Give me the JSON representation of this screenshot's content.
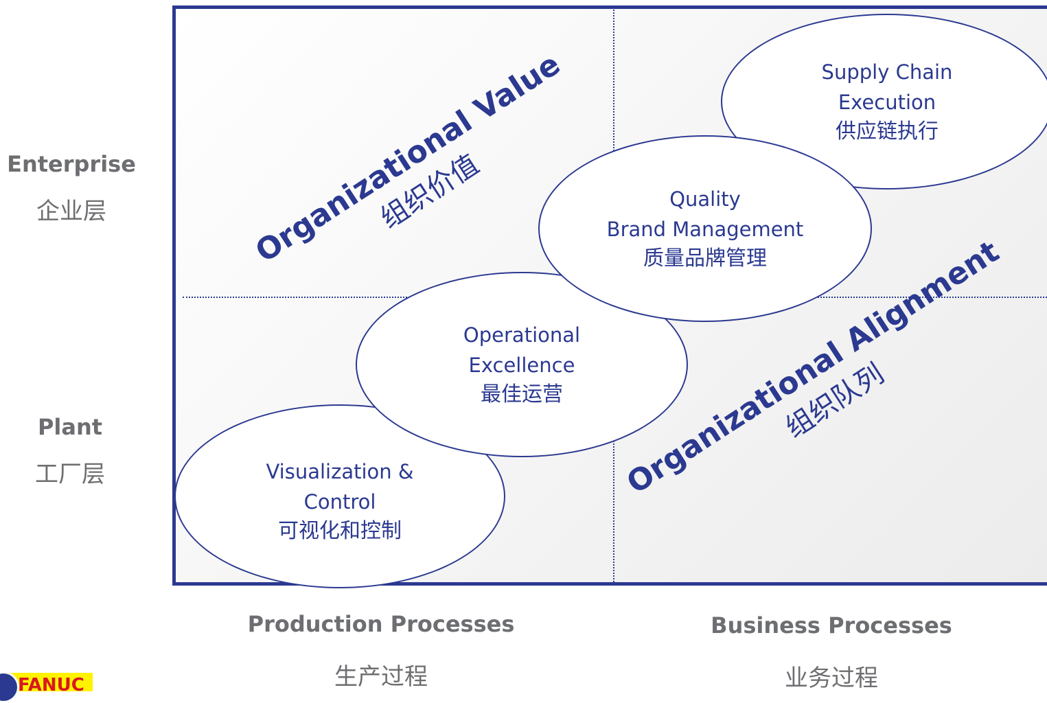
{
  "rows": {
    "enterprise": {
      "en": "Enterprise",
      "cn": "企业层"
    },
    "plant": {
      "en": "Plant",
      "cn": "工厂层"
    }
  },
  "columns": {
    "production": {
      "en": "Production Processes",
      "cn": "生产过程"
    },
    "business": {
      "en": "Business Processes",
      "cn": "业务过程"
    }
  },
  "ellipses": {
    "supply_chain": {
      "line1": "Supply Chain",
      "line2": "Execution",
      "cn": "供应链执行"
    },
    "quality": {
      "line1": "Quality",
      "line2": "Brand Management",
      "cn": "质量品牌管理"
    },
    "operational": {
      "line1": "Operational",
      "line2": "Excellence",
      "cn": "最佳运营"
    },
    "visualization": {
      "line1": "Visualization &",
      "line2": "Control",
      "cn": "可视化和控制"
    }
  },
  "diagonals": {
    "value": {
      "en": "Organizational Value",
      "cn": "组织价值"
    },
    "alignment": {
      "en": "Organizational Alignment",
      "cn": "组织队列"
    }
  },
  "logo": {
    "text": "FANUC"
  },
  "colors": {
    "accent": "#2b3990",
    "label_gray": "#6d6e71",
    "logo_yellow": "#fff200",
    "logo_red": "#d71920"
  }
}
